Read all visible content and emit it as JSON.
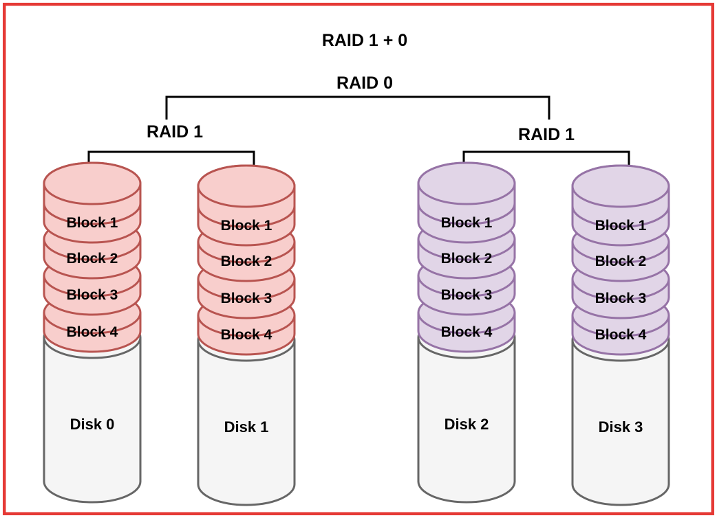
{
  "title": "RAID 1 + 0",
  "raid0_label": "RAID 0",
  "groups": [
    {
      "label": "RAID 1",
      "color_fill": "#f8cecc",
      "color_stroke": "#b85450",
      "disks": [
        {
          "name": "Disk 0",
          "blocks": [
            "Block 1",
            "Block 2",
            "Block 3",
            "Block 4"
          ]
        },
        {
          "name": "Disk 1",
          "blocks": [
            "Block 1",
            "Block 2",
            "Block 3",
            "Block 4"
          ]
        }
      ]
    },
    {
      "label": "RAID 1",
      "color_fill": "#e1d5e7",
      "color_stroke": "#9673a6",
      "disks": [
        {
          "name": "Disk 2",
          "blocks": [
            "Block 1",
            "Block 2",
            "Block 3",
            "Block 4"
          ]
        },
        {
          "name": "Disk 3",
          "blocks": [
            "Block 1",
            "Block 2",
            "Block 3",
            "Block 4"
          ]
        }
      ]
    }
  ],
  "colors": {
    "border": "#e53935",
    "disk_fill": "#f5f5f5",
    "disk_stroke": "#666666",
    "line": "#000000"
  }
}
